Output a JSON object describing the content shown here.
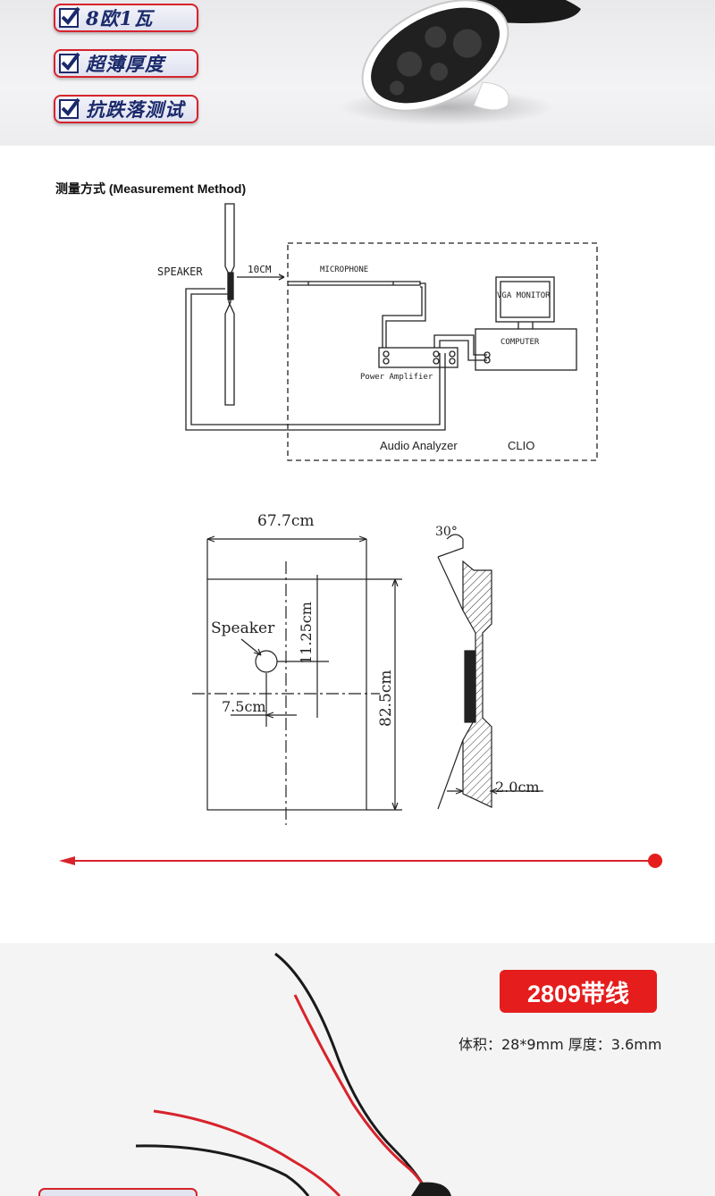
{
  "features": [
    {
      "label": "8欧1瓦"
    },
    {
      "label": "超薄厚度"
    },
    {
      "label": "抗跌落测试"
    }
  ],
  "measurement": {
    "title": "测量方式 (Measurement Method)",
    "speaker_label": "SPEAKER",
    "distance_label": "10CM",
    "microphone_label": "MICROPHONE",
    "monitor_label": "VGA MONITOR",
    "computer_label": "COMPUTER",
    "amplifier_label": "Power Amplifier",
    "analyzer_label": "Audio Analyzer",
    "clio_label": "CLIO"
  },
  "baffle": {
    "width_label": "67.7cm",
    "height_label": "82.5cm",
    "speaker_label": "Speaker",
    "top_offset_label": "11.25cm",
    "side_offset_label": "7.5cm",
    "angle_label": "30°",
    "thickness_label": "2.0cm"
  },
  "product": {
    "model": "2809带线",
    "specs": "体积：28*9mm  厚度：3.6mm"
  },
  "colors": {
    "accent": "#d7232b",
    "badge_text": "#1b2a6b",
    "model_badge": "#e51d1d"
  }
}
